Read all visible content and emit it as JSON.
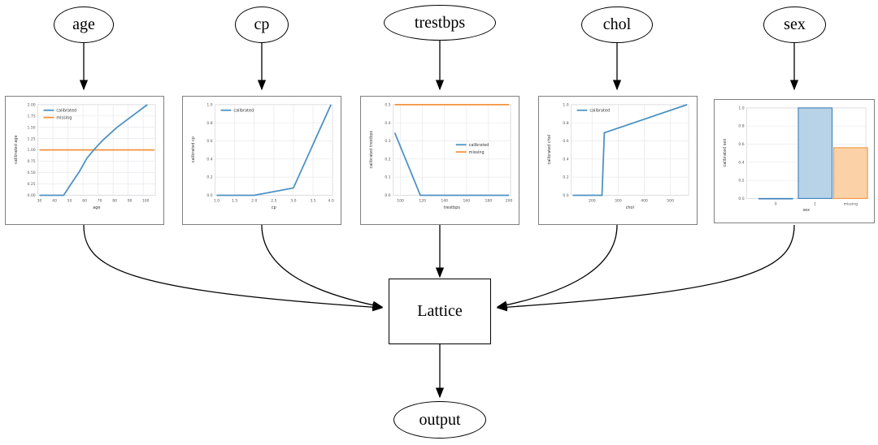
{
  "diagram": {
    "type": "calibration-lattice-model-graph",
    "input_nodes": [
      {
        "id": "age",
        "label": "age"
      },
      {
        "id": "cp",
        "label": "cp"
      },
      {
        "id": "trestbps",
        "label": "trestbps"
      },
      {
        "id": "chol",
        "label": "chol"
      },
      {
        "id": "sex",
        "label": "sex"
      }
    ],
    "center_node": {
      "id": "lattice",
      "label": "Lattice"
    },
    "output_node": {
      "id": "output",
      "label": "output"
    },
    "colors": {
      "calibrated": "#4c92c3",
      "missing": "#f5923e",
      "bar_blue_fill": "#b8d2e8",
      "bar_blue_edge": "#3c7fb9",
      "bar_orange_fill": "#fbd2a8",
      "bar_orange_edge": "#f5923e",
      "node_stroke": "#000000",
      "panel_border": "#808080",
      "grid": "#e8e8ec"
    }
  },
  "chart_data": [
    {
      "type": "line",
      "id": "age",
      "xlabel": "age",
      "ylabel": "calibrated age",
      "xlim": [
        26,
        104
      ],
      "ylim": [
        -0.08,
        2.08
      ],
      "xticks": [
        30,
        40,
        50,
        60,
        70,
        80,
        90,
        100
      ],
      "yticks": [
        0.0,
        0.25,
        0.5,
        0.75,
        1.0,
        1.25,
        1.5,
        1.75,
        2.0
      ],
      "ytick_labels": [
        "0.00",
        "0.25",
        "0.50",
        "0.75",
        "1.00",
        "1.25",
        "1.50",
        "1.75",
        "2.00"
      ],
      "grid": true,
      "legend_position": "upper-left",
      "series": [
        {
          "name": "calibrated",
          "color": "#4c92c3",
          "x": [
            29,
            45,
            50,
            55,
            60,
            65,
            70,
            80,
            90,
            100
          ],
          "y": [
            0.0,
            0.0,
            0.27,
            0.52,
            0.82,
            1.02,
            1.2,
            1.5,
            1.75,
            2.0
          ]
        },
        {
          "name": "missing",
          "color": "#f5923e",
          "x": [
            29,
            100
          ],
          "y": [
            1.0,
            1.0
          ]
        }
      ]
    },
    {
      "type": "line",
      "id": "cp",
      "xlabel": "cp",
      "ylabel": "calibrated cp",
      "xlim": [
        0.85,
        4.15
      ],
      "ylim": [
        -0.05,
        1.05
      ],
      "xticks": [
        1.0,
        1.5,
        2.0,
        2.5,
        3.0,
        3.5,
        4.0
      ],
      "xtick_labels": [
        "1.0",
        "1.5",
        "2.0",
        "2.5",
        "3.0",
        "3.5",
        "4.0"
      ],
      "yticks": [
        0.0,
        0.2,
        0.4,
        0.6,
        0.8,
        1.0
      ],
      "ytick_labels": [
        "0.0",
        "0.2",
        "0.4",
        "0.6",
        "0.8",
        "1.0"
      ],
      "grid": true,
      "legend_position": "upper-left",
      "series": [
        {
          "name": "calibrated",
          "color": "#4c92c3",
          "x": [
            1.0,
            2.0,
            3.0,
            4.0
          ],
          "y": [
            0.0,
            0.0,
            0.08,
            1.0
          ]
        }
      ]
    },
    {
      "type": "line",
      "id": "trestbps",
      "xlabel": "trestbps",
      "ylabel": "calibrated trestbps",
      "xlim": [
        92,
        202
      ],
      "ylim": [
        -0.02,
        0.52
      ],
      "xticks": [
        100,
        120,
        140,
        160,
        180,
        200
      ],
      "yticks": [
        0.0,
        0.1,
        0.2,
        0.3,
        0.4,
        0.5
      ],
      "ytick_labels": [
        "0.0",
        "0.1",
        "0.2",
        "0.3",
        "0.4",
        "0.5"
      ],
      "grid": true,
      "legend_position": "center-right",
      "series": [
        {
          "name": "calibrated",
          "color": "#4c92c3",
          "x": [
            94,
            117,
            200
          ],
          "y": [
            0.345,
            0.0,
            0.0
          ]
        },
        {
          "name": "missing",
          "color": "#f5923e",
          "x": [
            94,
            200
          ],
          "y": [
            0.5,
            0.5
          ]
        }
      ]
    },
    {
      "type": "line",
      "id": "chol",
      "xlabel": "chol",
      "ylabel": "calibrated chol",
      "xlim": [
        120,
        570
      ],
      "ylim": [
        -0.05,
        1.05
      ],
      "xticks": [
        200,
        300,
        400,
        500
      ],
      "yticks": [
        0.0,
        0.2,
        0.4,
        0.6,
        0.8,
        1.0
      ],
      "ytick_labels": [
        "0.0",
        "0.2",
        "0.4",
        "0.6",
        "0.8",
        "1.0"
      ],
      "grid": true,
      "legend_position": "upper-left",
      "series": [
        {
          "name": "calibrated",
          "color": "#4c92c3",
          "x": [
            126,
            238,
            247,
            564
          ],
          "y": [
            0.0,
            0.0,
            0.69,
            1.0
          ]
        }
      ]
    },
    {
      "type": "bar",
      "id": "sex",
      "xlabel": "sex",
      "ylabel": "calibrated sex",
      "categories": [
        "0",
        "1",
        "missing"
      ],
      "values": [
        0.0,
        1.0,
        0.56
      ],
      "ylim": [
        0.0,
        1.05
      ],
      "yticks": [
        0.0,
        0.2,
        0.4,
        0.6,
        0.8,
        1.0
      ],
      "ytick_labels": [
        "0.0",
        "0.2",
        "0.4",
        "0.6",
        "0.8",
        "1.0"
      ],
      "bar_colors": [
        "#b8d2e8",
        "#b8d2e8",
        "#fbd2a8"
      ],
      "bar_edge_colors": [
        "#3c7fb9",
        "#3c7fb9",
        "#f5923e"
      ],
      "grid": true
    }
  ],
  "legend_labels": {
    "calibrated": "calibrated",
    "missing": "missing"
  }
}
